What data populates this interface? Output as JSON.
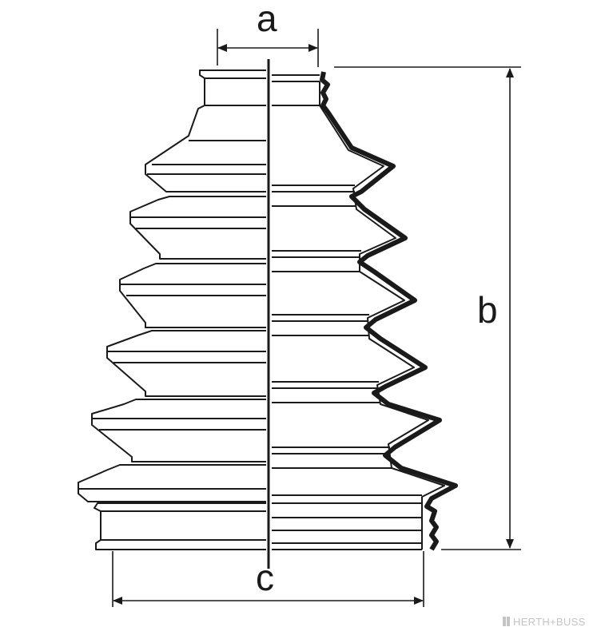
{
  "dimensions": {
    "a": "a",
    "b": "b",
    "c": "c"
  },
  "watermark": "HERTH+BUSS",
  "colors": {
    "line": "#1a1a1a",
    "background": "#ffffff",
    "watermark": "#c4c4c4"
  }
}
